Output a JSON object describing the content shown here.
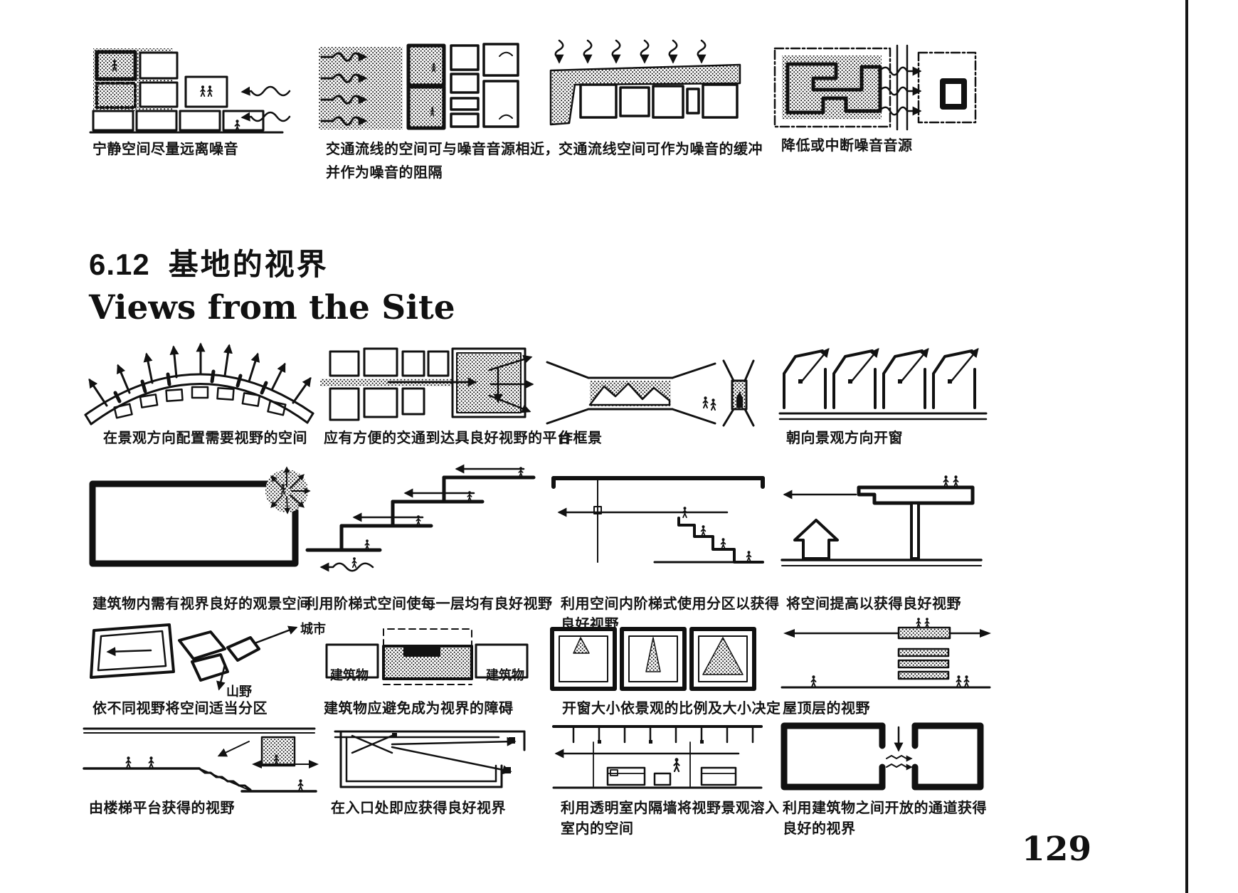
{
  "page": {
    "number": "129"
  },
  "section": {
    "number_label": "6.12",
    "title_zh": "基地的视界",
    "title_en": "Views from the Site"
  },
  "noise_row": {
    "items": [
      {
        "caption": "宁静空间尽量远离噪音"
      },
      {
        "caption": "交通流线的空间可与噪音音源相近，",
        "caption2": "并作为噪音的阻隔"
      },
      {
        "caption": "交通流线空间可作为噪音的缓冲"
      },
      {
        "caption": "降低或中断噪音音源"
      }
    ]
  },
  "views": {
    "items": [
      {
        "caption": "在景观方向配置需要视野的空间"
      },
      {
        "caption": "应有方便的交通到达具良好视野的平台"
      },
      {
        "caption": "作框景"
      },
      {
        "caption": "朝向景观方向开窗"
      },
      {
        "caption": "建筑物内需有视界良好的观景空间"
      },
      {
        "caption": "利用阶梯式空间使每一层均有良好视野"
      },
      {
        "caption": "利用空间内阶梯式使用分区以获得",
        "caption2": "良好视野"
      },
      {
        "caption": "将空间提高以获得良好视野"
      },
      {
        "caption": "依不同视野将空间适当分区",
        "label_city": "城市",
        "label_mountain": "山野"
      },
      {
        "caption": "建筑物应避免成为视界的障碍",
        "label_left": "建筑物",
        "label_right": "建筑物"
      },
      {
        "caption": "开窗大小依景观的比例及大小决定"
      },
      {
        "caption": "屋顶层的视野"
      },
      {
        "caption": "由楼梯平台获得的视野"
      },
      {
        "caption": "在入口处即应获得良好视界"
      },
      {
        "caption": "利用透明室内隔墙将视野景观溶入",
        "caption2": "室内的空间"
      },
      {
        "caption": "利用建筑物之间开放的通道获得",
        "caption2": "良好的视界"
      }
    ]
  }
}
